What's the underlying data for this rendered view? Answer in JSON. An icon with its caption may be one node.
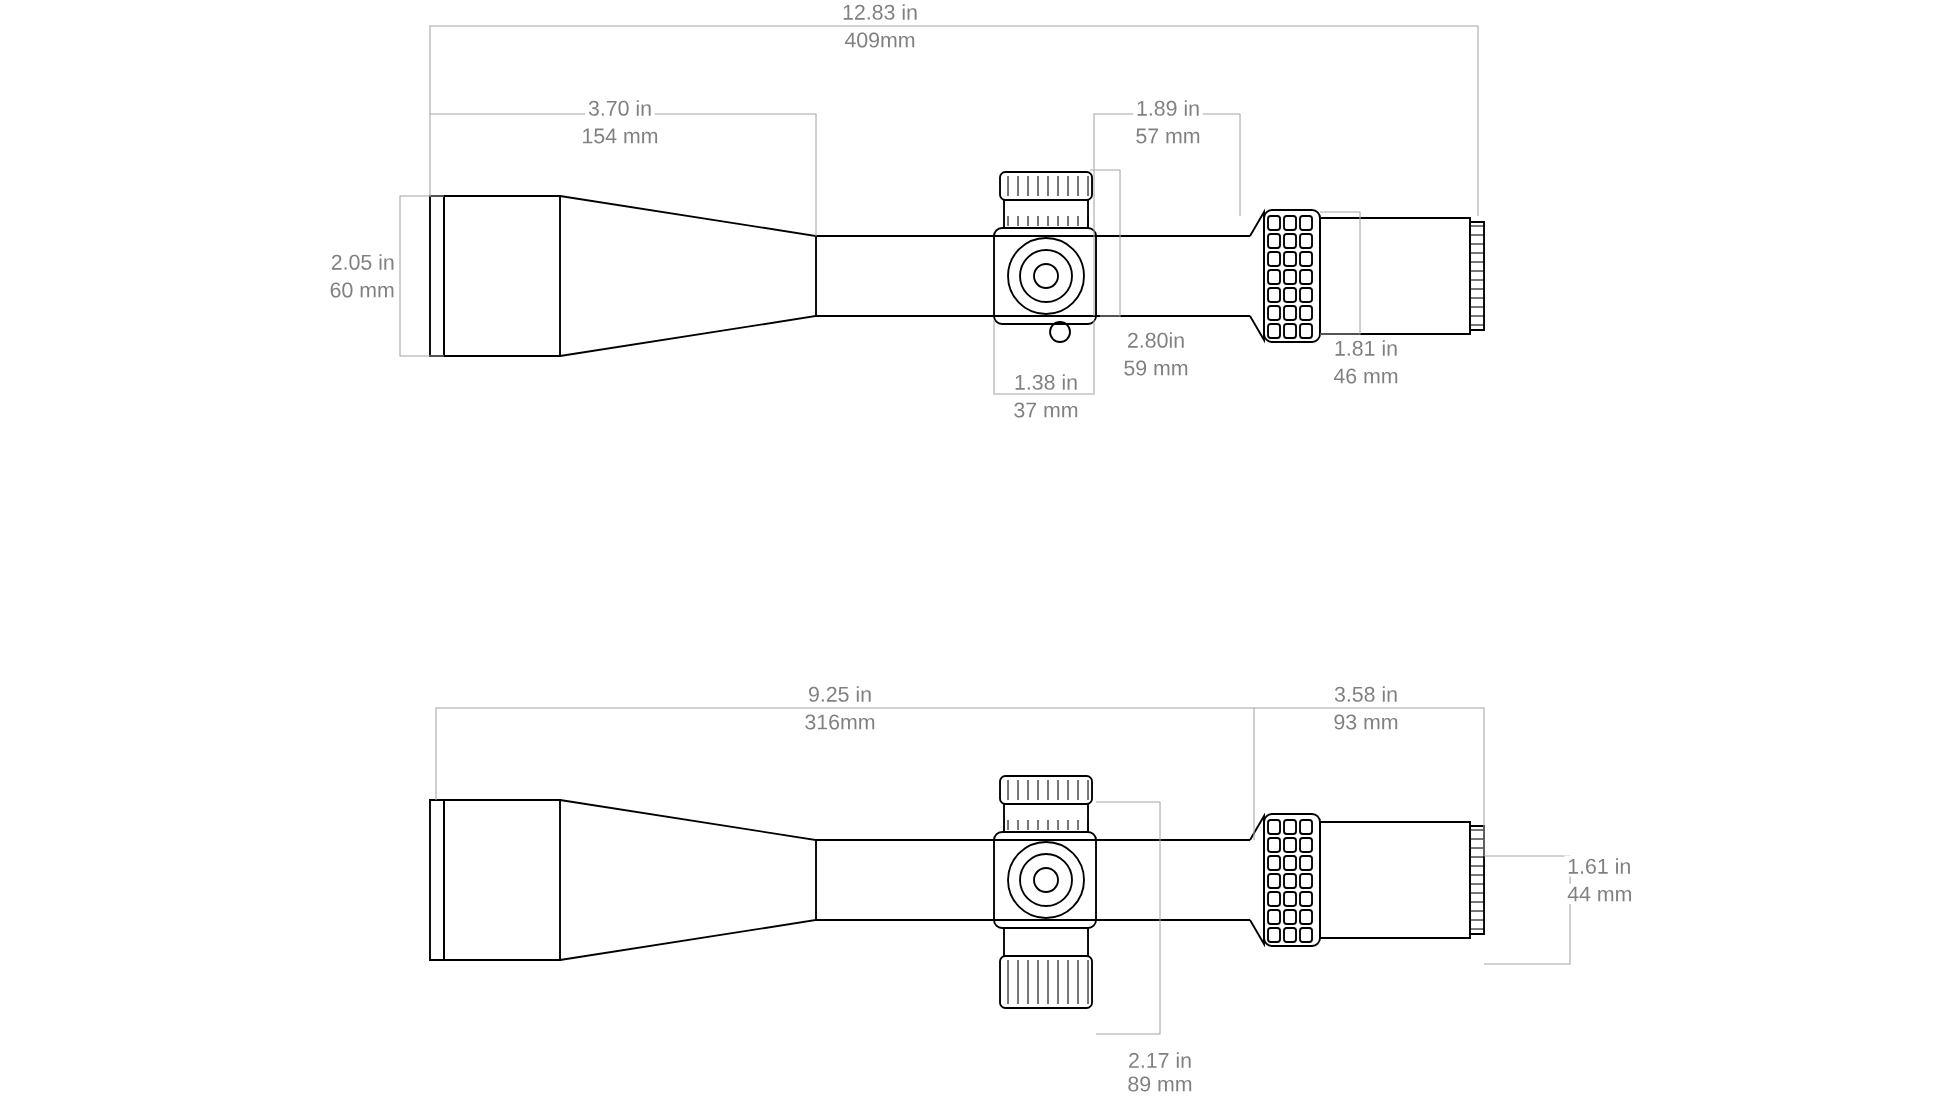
{
  "diagram": {
    "labels": [
      "12.83 in",
      "409mm",
      "3.70 in",
      "154 mm",
      "1.89 in",
      "57 mm",
      "2.05 in",
      "60 mm",
      "2.80in",
      "59 mm",
      "1.38 in",
      "37 mm",
      "1.81 in",
      "46 mm",
      "9.25 in",
      "316mm",
      "3.58 in",
      "93 mm",
      "1.61 in",
      "44 mm",
      "2.17 in",
      "89 mm"
    ]
  }
}
